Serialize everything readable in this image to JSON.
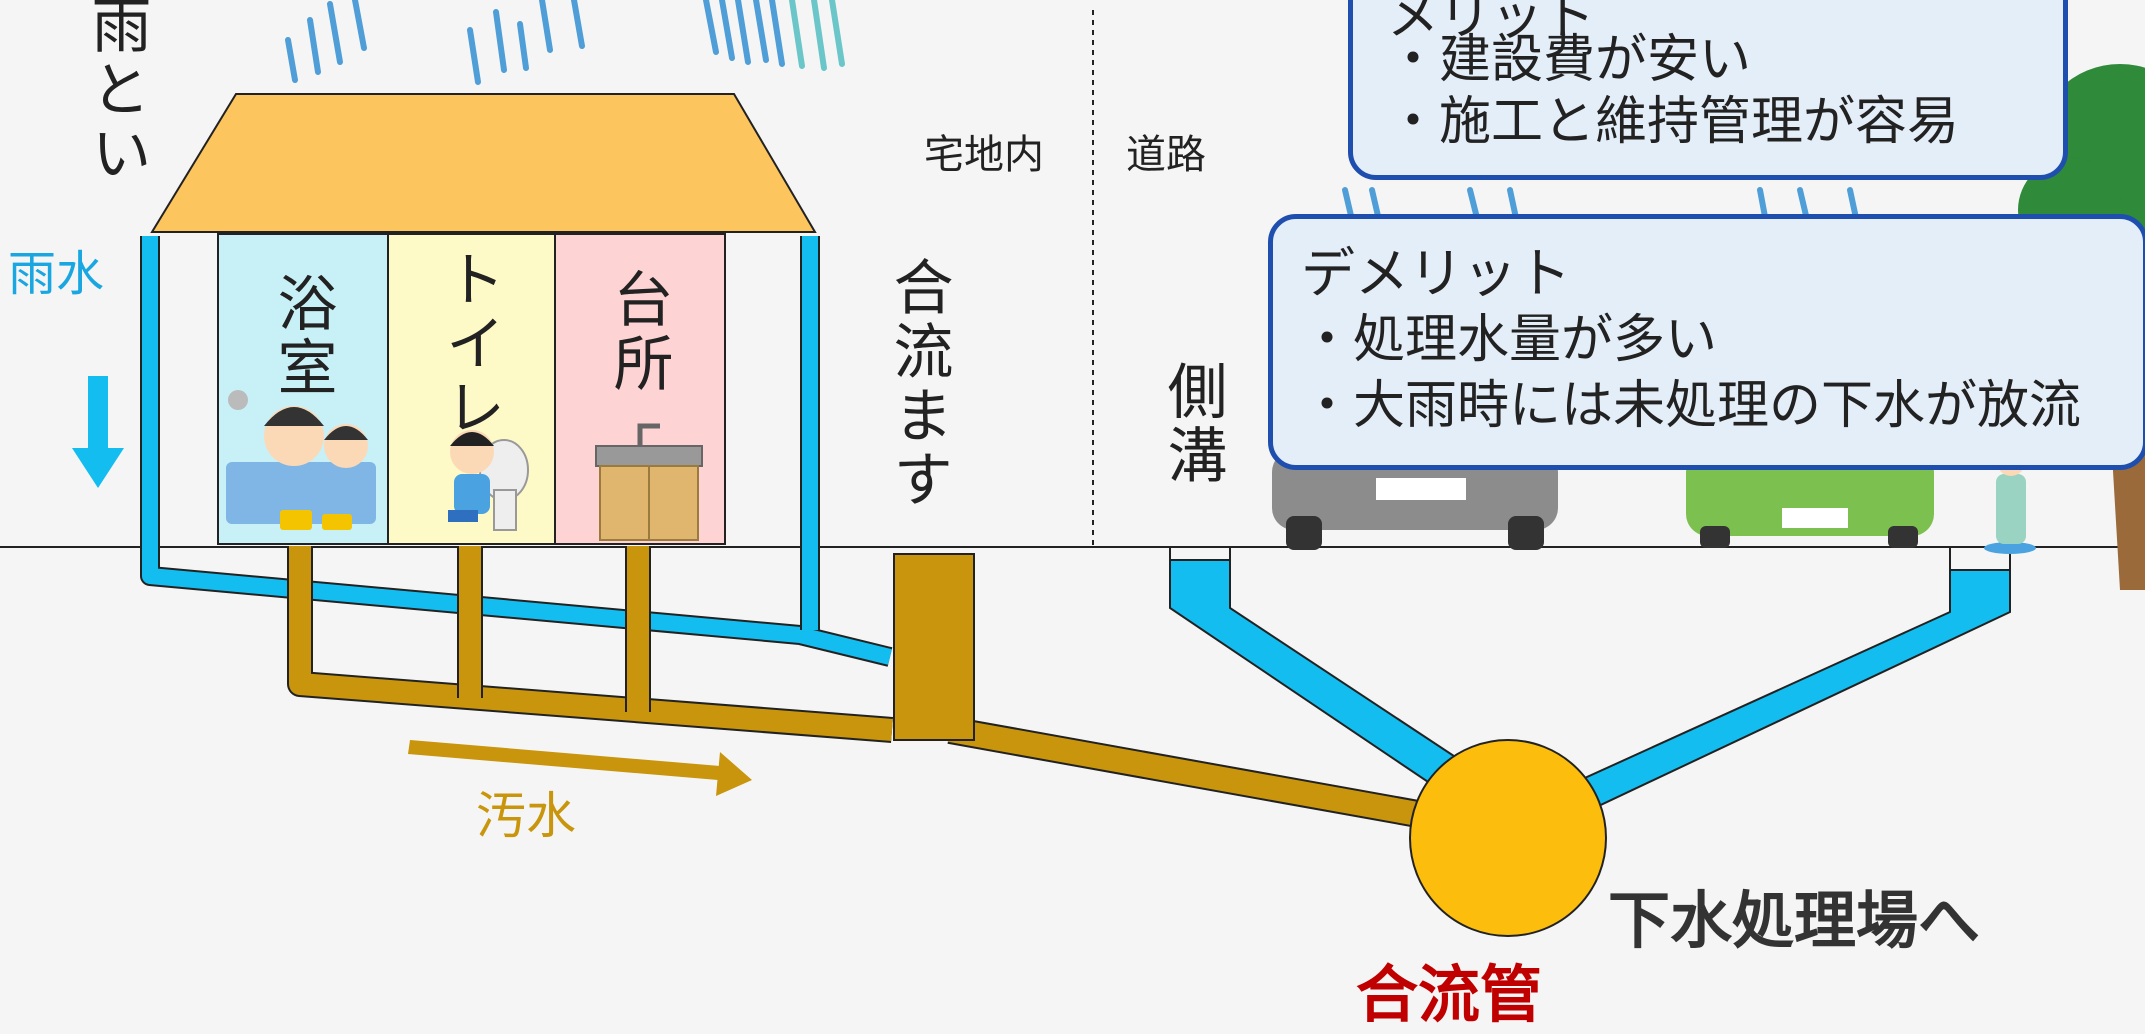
{
  "labels": {
    "gutter": "雨とい",
    "rainwater": "雨水",
    "bathroom": "浴室",
    "toilet": "トイレ",
    "kitchen": "台所",
    "junction_box": "合流ます",
    "premises": "宅地内",
    "road": "道路",
    "side_ditch": "側溝",
    "wastewater": "汚水",
    "combined_pipe": "合流管",
    "to_treatment_plant": "下水処理場へ"
  },
  "merit": {
    "title": "メリット",
    "items": [
      "・建設費が安い",
      "・施工と維持管理が容易"
    ]
  },
  "demerit": {
    "title": "デメリット",
    "items": [
      "・処理水量が多い",
      "・大雨時には未処理の下水が放流"
    ]
  },
  "colors": {
    "roof": "#fdc55e",
    "rain_pipe": "#14bdf0",
    "sewage_pipe": "#c8950c",
    "combined_pipe": "#fdbd0d",
    "combined_label": "#c00000",
    "rainwater_label": "#1aa6e0",
    "bathroom_bg": "#c8f1f7",
    "toilet_bg": "#fdfac8",
    "kitchen_bg": "#fdd3d3",
    "callout_bg": "#e4eef8",
    "callout_border": "#1f4fae"
  },
  "icons": [
    "rain-icon",
    "bathing-people-icon",
    "toilet-child-icon",
    "kitchen-sink-icon",
    "car-icon",
    "tree-icon",
    "child-with-umbrella-icon"
  ]
}
